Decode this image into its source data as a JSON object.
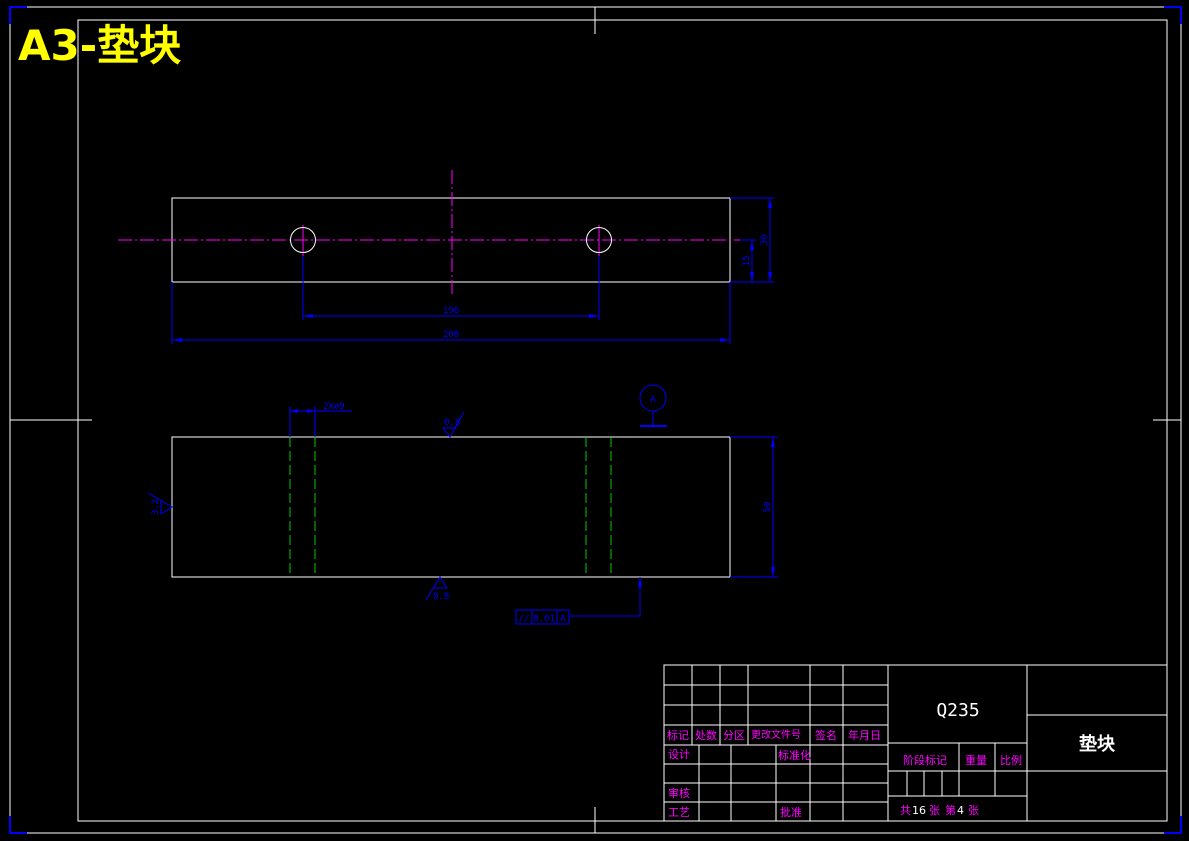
{
  "sheet_title": "A3-垫块",
  "colors": {
    "background": "#000000",
    "outline": "#ffffff",
    "centerline": "#ff00ff",
    "dimension": "#0000ff",
    "hidden": "#00cc00",
    "title": "#ffff00",
    "table_label": "#ff00ff"
  },
  "top_view": {
    "dim_hole_spacing": "196",
    "dim_length": "200",
    "dim_height_total": "30",
    "dim_height_center": "15"
  },
  "front_view": {
    "hole_callout": "2X∅9",
    "roughness_top": "0.8",
    "roughness_bottom": "0.8",
    "roughness_left": "3.2",
    "datum_label": "A",
    "dim_height": "50",
    "tolerance_symbol": "//",
    "tolerance_value": "0.01",
    "tolerance_datum": "A"
  },
  "title_block": {
    "material": "Q235",
    "part_name": "垫块",
    "labels": {
      "mark": "标记",
      "count": "处数",
      "zone": "分区",
      "change_doc": "更改文件号",
      "signature": "签名",
      "date": "年月日",
      "design": "设计",
      "standardize": "标准化",
      "review": "审核",
      "process": "工艺",
      "approve": "批准",
      "stage_mark": "阶段标记",
      "weight": "重量",
      "scale": "比例"
    },
    "sheet_info": {
      "total_prefix": "共",
      "total": "16",
      "total_suffix": "张",
      "current_prefix": "第",
      "current": "4",
      "current_suffix": "张"
    }
  }
}
